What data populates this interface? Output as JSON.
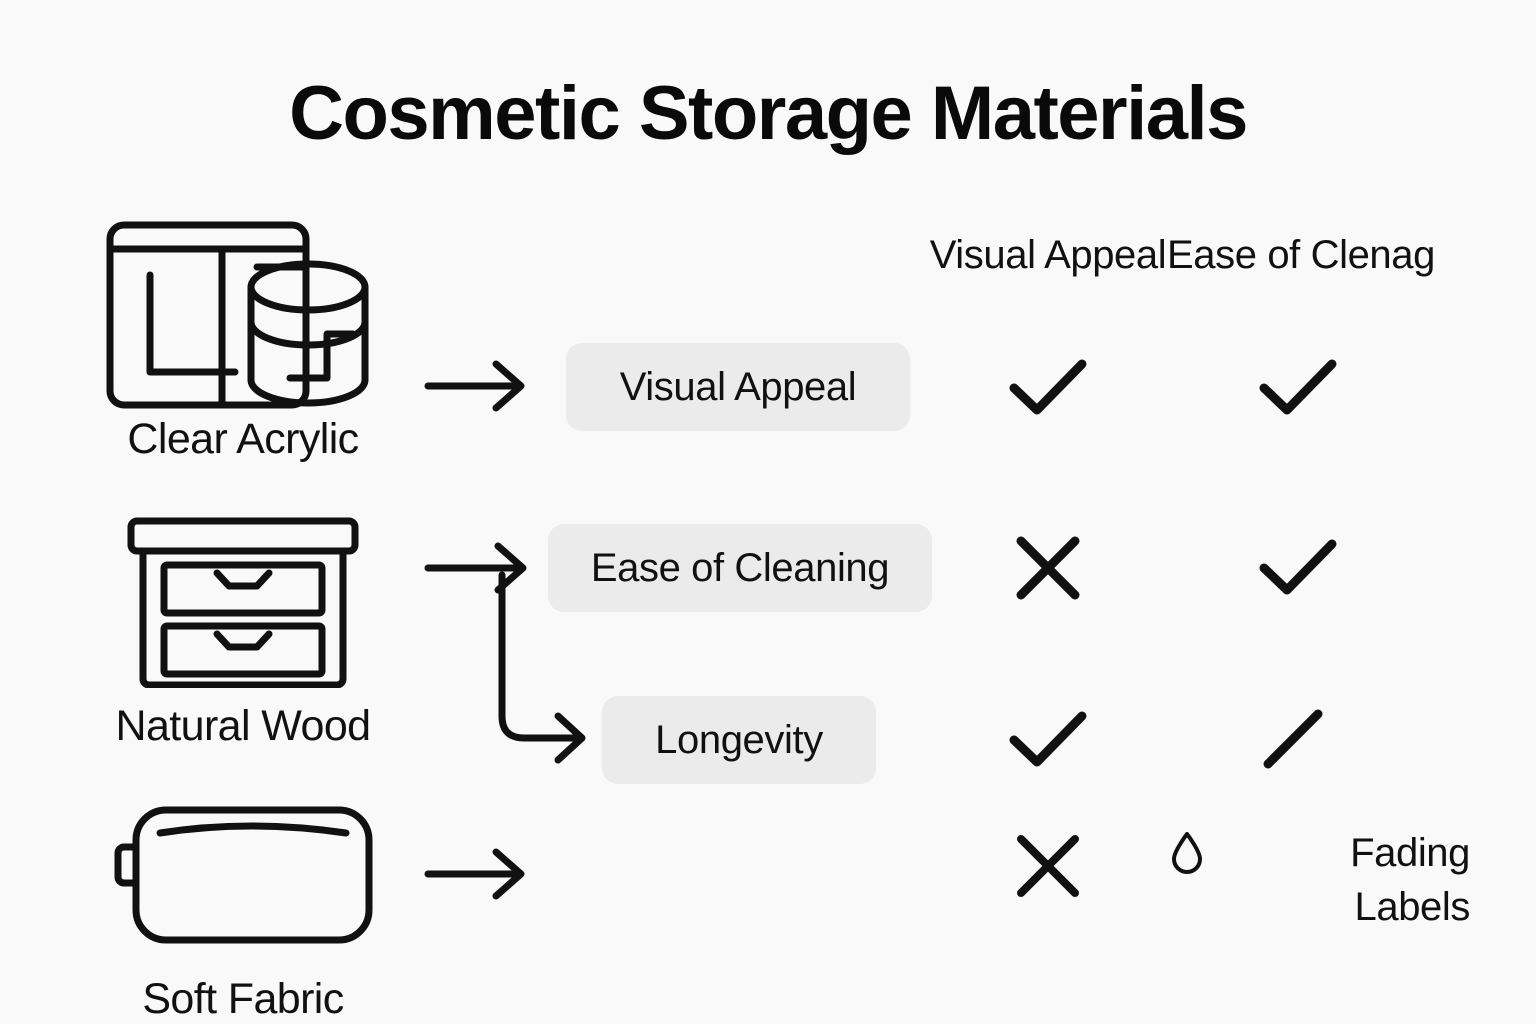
{
  "page": {
    "title": "Cosmetic Storage Materials",
    "background_color": "#f9f9fa",
    "ink_color": "#111111",
    "chip_color": "#ebebeb"
  },
  "materials": [
    {
      "label": "Clear Acrylic",
      "icon": "acrylic-organizer-icon"
    },
    {
      "label": "Natural Wood",
      "icon": "wood-drawer-chest-icon"
    },
    {
      "label": "Soft Fabric",
      "icon": "fabric-pouch-icon"
    }
  ],
  "attributes": [
    {
      "label": "Visual Appeal"
    },
    {
      "label": "Ease of Cleaning"
    },
    {
      "label": "Longevity"
    }
  ],
  "matrix": {
    "columns": [
      {
        "label": "Visual Appeal"
      },
      {
        "label": "Ease of Clenag"
      }
    ],
    "rows": [
      {
        "visual_appeal": "check",
        "ease_of_cleaning": "check"
      },
      {
        "visual_appeal": "cross",
        "ease_of_cleaning": "check"
      },
      {
        "visual_appeal": "check",
        "ease_of_cleaning": "slash"
      },
      {
        "visual_appeal": "cross",
        "ease_of_cleaning": "note"
      }
    ]
  },
  "note": {
    "icon": "water-drop-icon",
    "line1": "Fading",
    "line2": "Labels",
    "text": "Fading Labels"
  }
}
